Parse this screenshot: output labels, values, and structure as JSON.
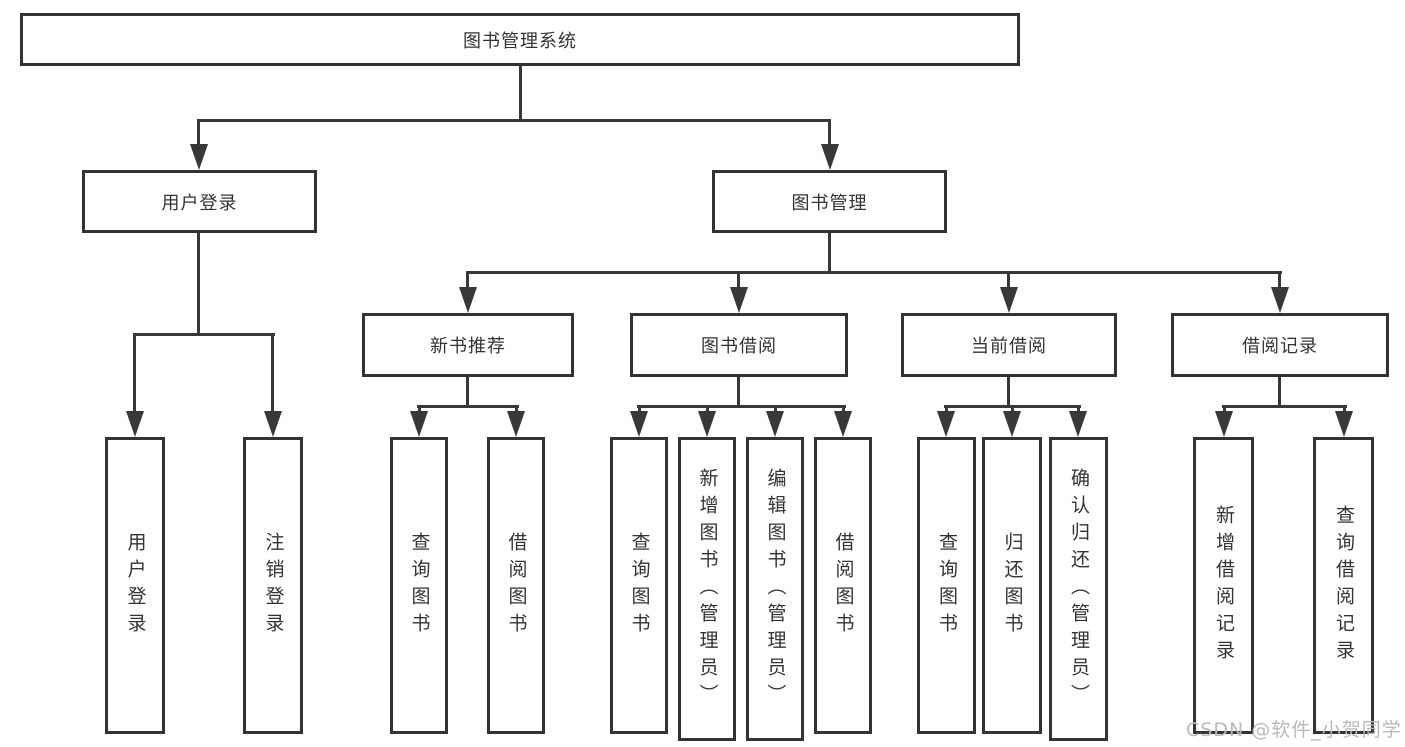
{
  "diagram": {
    "type": "hierarchy-tree",
    "root": {
      "label": "图书管理系统",
      "children": [
        {
          "label": "用户登录",
          "children": [
            {
              "label": "用户登录"
            },
            {
              "label": "注销登录"
            }
          ]
        },
        {
          "label": "图书管理",
          "children": [
            {
              "label": "新书推荐",
              "children": [
                {
                  "label": "查询图书"
                },
                {
                  "label": "借阅图书"
                }
              ]
            },
            {
              "label": "图书借阅",
              "children": [
                {
                  "label": "查询图书"
                },
                {
                  "label": "新增图书（管理员）"
                },
                {
                  "label": "编辑图书（管理员）"
                },
                {
                  "label": "借阅图书"
                }
              ]
            },
            {
              "label": "当前借阅",
              "children": [
                {
                  "label": "查询图书"
                },
                {
                  "label": "归还图书"
                },
                {
                  "label": "确认归还（管理员）"
                }
              ]
            },
            {
              "label": "借阅记录",
              "children": [
                {
                  "label": "新增借阅记录"
                },
                {
                  "label": "查询借阅记录"
                }
              ]
            }
          ]
        }
      ]
    },
    "colors": {
      "line": "#383838",
      "box_border": "#333333",
      "box_fill": "#ffffff",
      "text": "#333333",
      "watermark_text": "#b9b9b9",
      "background": "#ffffff"
    }
  },
  "watermark": {
    "text": "CSDN @软件_小贺同学"
  }
}
